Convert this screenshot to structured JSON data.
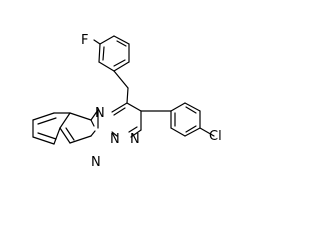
{
  "atoms": {
    "fluorine": "F",
    "chlorine": "Cl",
    "nitrogen_1": "N",
    "nitrogen_2": "N",
    "nitrogen_3": "N",
    "nitrogen_4": "N"
  }
}
